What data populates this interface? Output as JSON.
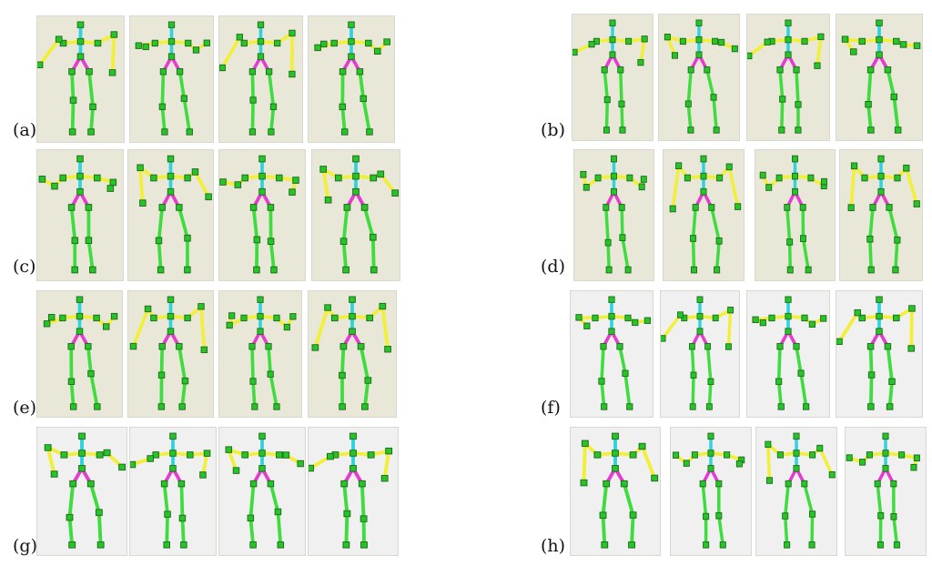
{
  "colors": {
    "arm": "#f2ef38",
    "spine": "#2fd3e0",
    "hip": "#e53bd0",
    "leg": "#3fdc3f",
    "joint": "#27c427",
    "panel_beige": "#e9e7d8",
    "panel_gray": "#f0f0f0"
  },
  "groups": [
    {
      "id": "a",
      "label": "(a)",
      "bg": "beige",
      "panels": 4
    },
    {
      "id": "b",
      "label": "(b)",
      "bg": "beige",
      "panels": 4
    },
    {
      "id": "c",
      "label": "(c)",
      "bg": "beige",
      "panels": 4
    },
    {
      "id": "d",
      "label": "(d)",
      "bg": "beige",
      "panels": 4
    },
    {
      "id": "e",
      "label": "(e)",
      "bg": "beige",
      "panels": 4
    },
    {
      "id": "f",
      "label": "(f)",
      "bg": "gray",
      "panels": 4
    },
    {
      "id": "g",
      "label": "(g)",
      "bg": "gray",
      "panels": 4
    },
    {
      "id": "h",
      "label": "(h)",
      "bg": "gray",
      "panels": 4
    }
  ]
}
